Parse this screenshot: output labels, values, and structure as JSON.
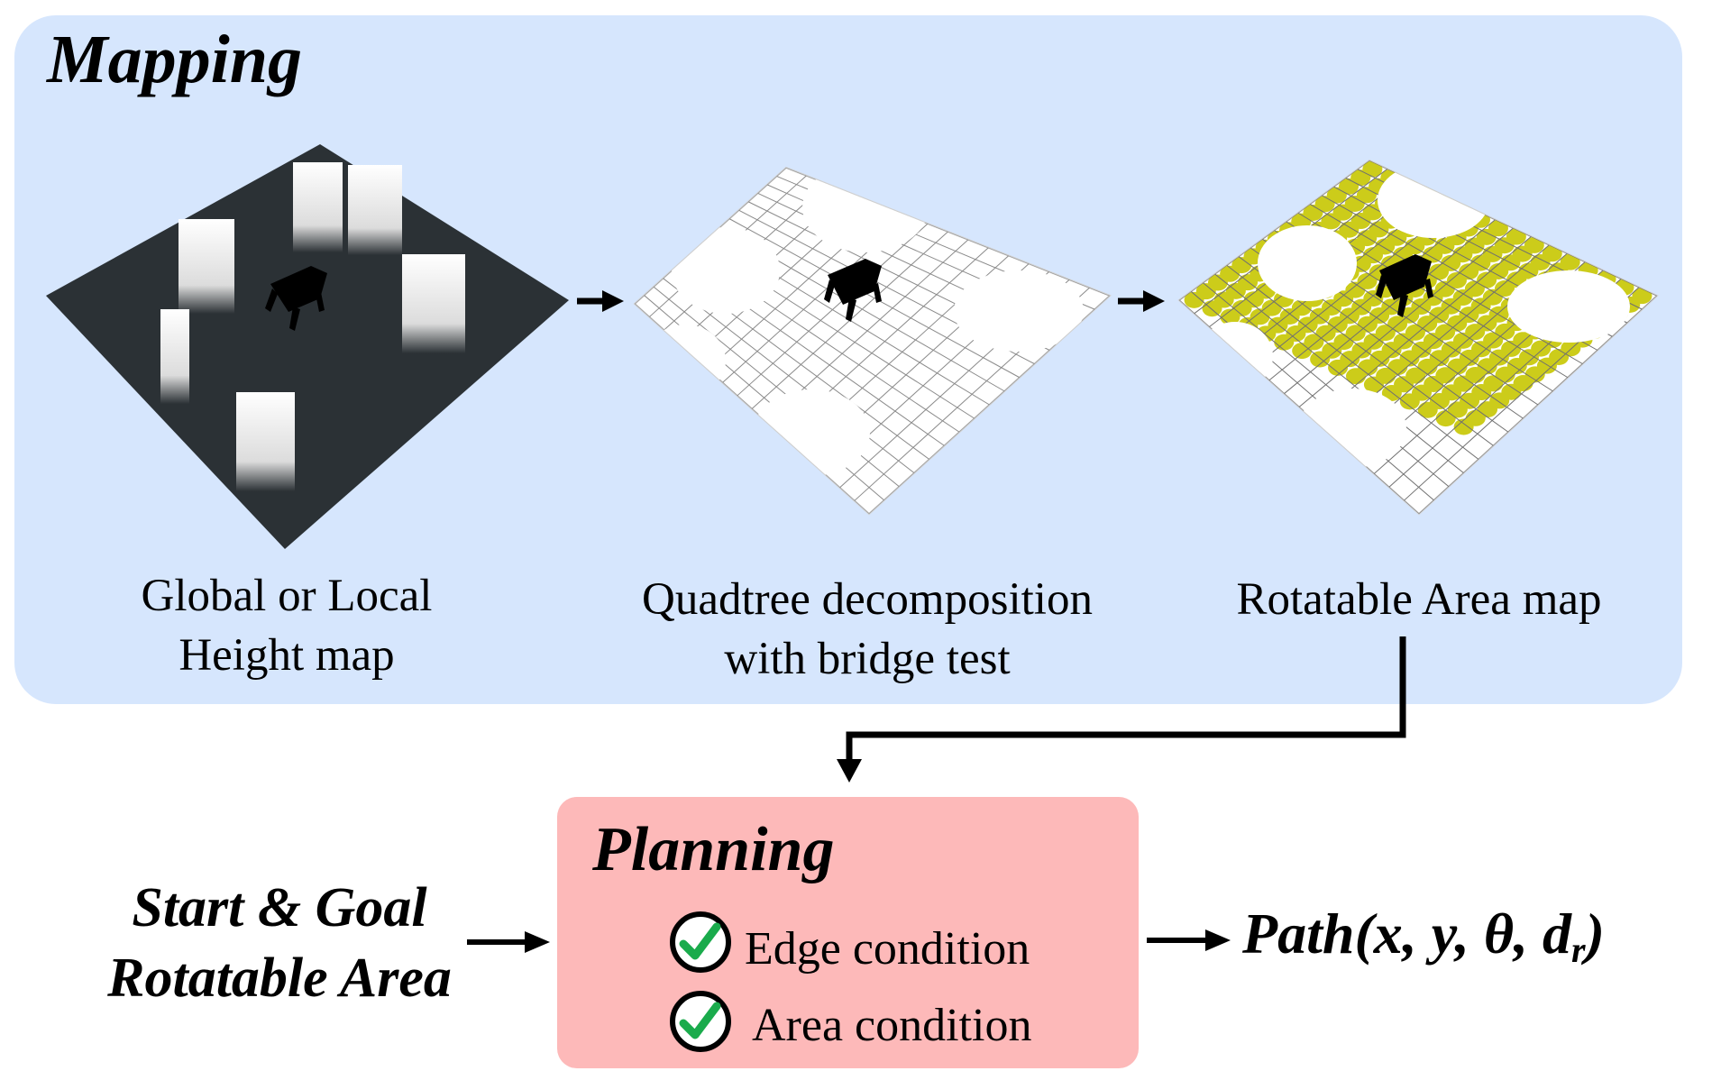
{
  "mapping": {
    "title": "Mapping",
    "stages": [
      {
        "caption_line1": "Global or Local",
        "caption_line2": "Height map",
        "image": "height-map-3d-render"
      },
      {
        "caption_line1": "Quadtree decomposition",
        "caption_line2": "with bridge test",
        "image": "quadtree-grid-render"
      },
      {
        "caption_line1": "Rotatable Area map",
        "caption_line2": "",
        "image": "rotatable-area-render"
      }
    ]
  },
  "planning": {
    "title": "Planning",
    "conditions": [
      {
        "label": "Edge condition",
        "checked": true
      },
      {
        "label": "Area condition",
        "checked": true
      }
    ]
  },
  "input": {
    "line1": "Start & Goal",
    "line2": "Rotatable Area"
  },
  "output": {
    "prefix": "Path(x, y, θ, d",
    "subscript": "r",
    "suffix": ")"
  },
  "colors": {
    "mapping_bg": "#d6e6fd",
    "planning_bg": "#fdb9b9",
    "check_green": "#1aab4c",
    "rotatable_yellow": "#cccc1a",
    "height_map_ground": "#2b3135"
  }
}
